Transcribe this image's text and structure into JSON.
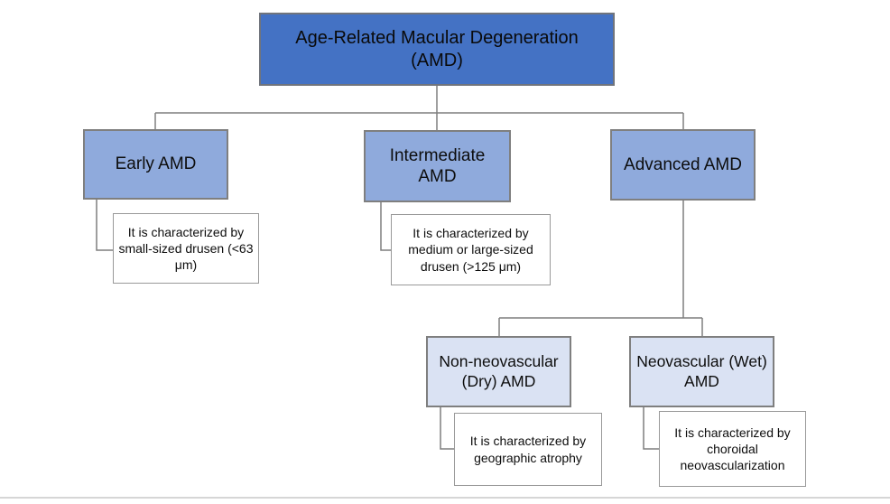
{
  "diagram": {
    "root": {
      "label": "Age-Related Macular Degeneration (AMD)"
    },
    "branches": [
      {
        "label": "Early AMD",
        "description": "It is characterized by small-sized drusen (<63 μm)"
      },
      {
        "label": "Intermediate AMD",
        "description": "It is characterized by medium or large-sized drusen (>125 μm)"
      },
      {
        "label": "Advanced AMD"
      }
    ],
    "advanced_subtypes": [
      {
        "label": "Non-neovascular (Dry) AMD",
        "description": "It is characterized by geographic atrophy"
      },
      {
        "label": "Neovascular (Wet) AMD",
        "description": "It is characterized by choroidal neovascularization"
      }
    ],
    "colors": {
      "root_fill": "#4472C4",
      "branch_fill": "#8FAADC",
      "subtype_fill": "#DAE2F3",
      "description_fill": "#FFFFFF",
      "box_border": "#7F7F7F",
      "connector": "#7F7F7F",
      "divider": "#D6D6D6",
      "text": "#000000"
    }
  }
}
